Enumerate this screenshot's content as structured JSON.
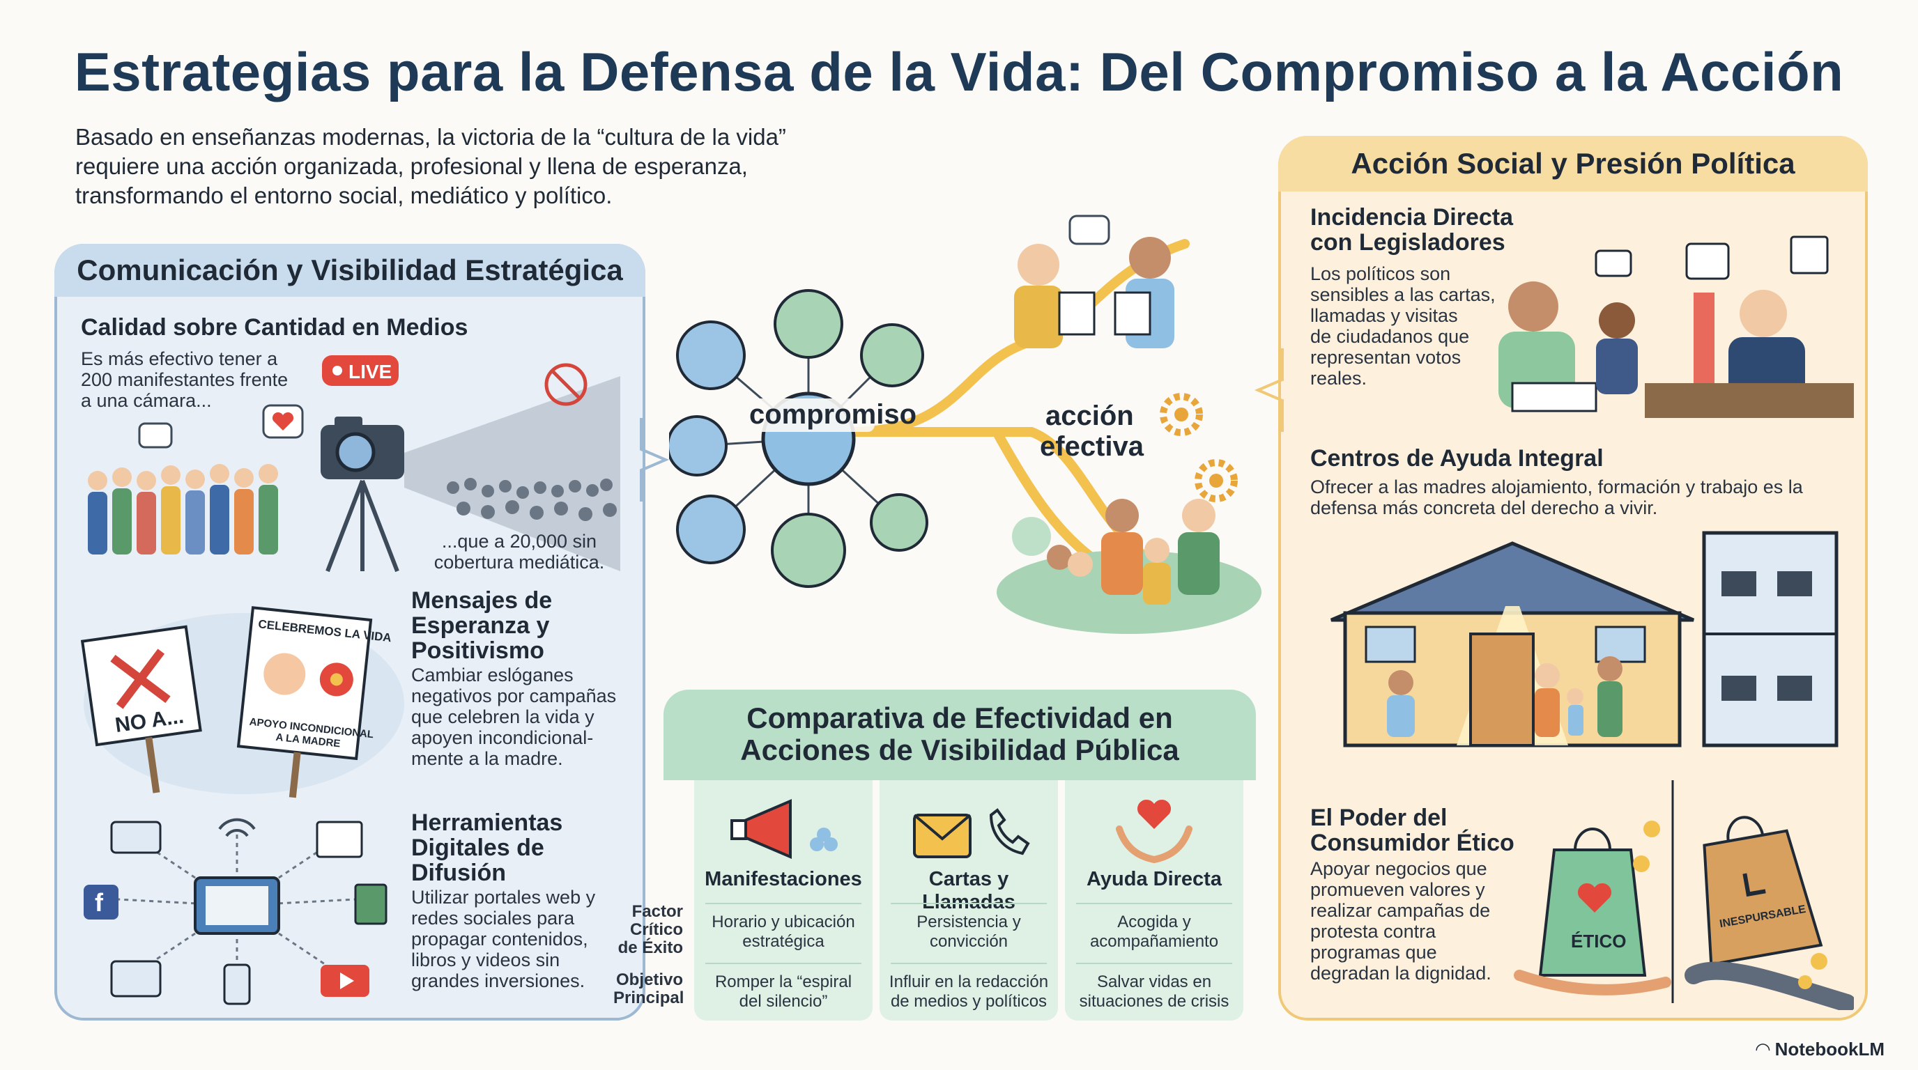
{
  "title": "Estrategias para la Defensa de la Vida: Del Compromiso a la Acción",
  "intro": [
    "Basado en enseñanzas modernas, la victoria de la “cultura de la vida”",
    "requiere una acción organizada, profesional y llena de esperanza,",
    "transformando el entorno social, mediático y político."
  ],
  "left_panel": {
    "header": "Comunicación y Visibilidad Estratégica",
    "media": {
      "title": "Calidad sobre Cantidad en Medios",
      "lines": [
        "Es más efectivo tener a",
        "200 manifestantes frente",
        "a una cámara..."
      ],
      "live_badge": "LIVE",
      "caption_lines": [
        "...que a 20,000 sin",
        "cobertura mediática."
      ]
    },
    "hope": {
      "title_lines": [
        "Mensajes de",
        "Esperanza y",
        "Positivismo"
      ],
      "lines": [
        "Cambiar eslóganes",
        "negativos por campañas",
        "que celebren la vida y",
        "apoyen incondicional-",
        "mente a la madre."
      ],
      "sign_no": "NO A...",
      "sign_yes_top": "CELEBREMOS LA VIDA",
      "sign_yes_bottom_1": "APOYO INCONDICIONAL",
      "sign_yes_bottom_2": "A LA MADRE"
    },
    "digital": {
      "title_lines": [
        "Herramientas",
        "Digitales de",
        "Difusión"
      ],
      "lines": [
        "Utilizar portales web y",
        "redes sociales para",
        "propagar contenidos,",
        "libros y videos sin",
        "grandes inversiones."
      ]
    }
  },
  "center": {
    "commitment": "compromiso",
    "action_1": "acción",
    "action_2": "efectiva"
  },
  "comparison": {
    "title_1": "Comparativa de Efectividad en",
    "title_2": "Acciones de Visibilidad Pública",
    "row_label_1": [
      "Factor",
      "Crítico",
      "de Éxito"
    ],
    "row_label_2": [
      "Objetivo",
      "Principal"
    ],
    "columns": [
      {
        "head": "Manifestaciones",
        "factor": [
          "Horario y ubicación",
          "estratégica"
        ],
        "goal": [
          "Romper la “espiral",
          "del silencio”"
        ]
      },
      {
        "head": "Cartas y Llamadas",
        "factor": [
          "Persistencia y",
          "convicción"
        ],
        "goal": [
          "Influir en la redacción",
          "de medios y políticos"
        ]
      },
      {
        "head": "Ayuda Directa",
        "factor": [
          "Acogida y",
          "acompañamiento"
        ],
        "goal": [
          "Salvar vidas en",
          "situaciones de crisis"
        ]
      }
    ]
  },
  "right_panel": {
    "header": "Acción Social y Presión Política",
    "legislators": {
      "title_lines": [
        "Incidencia Directa",
        "con Legisladores"
      ],
      "lines": [
        "Los políticos son",
        "sensibles a las cartas,",
        "llamadas y visitas",
        "de ciudadanos que",
        "representan votos",
        "reales."
      ]
    },
    "centers": {
      "title": "Centros de Ayuda Integral",
      "lines": [
        "Ofrecer a las madres alojamiento, formación y trabajo es la",
        "defensa más concreta del derecho a vivir."
      ]
    },
    "consumer": {
      "title_lines": [
        "El Poder del",
        "Consumidor Ético"
      ],
      "lines": [
        "Apoyar negocios que",
        "promueven valores y",
        "realizar campañas de",
        "protesta contra",
        "programas que",
        "degradan la dignidad."
      ],
      "bag_ethic": "ÉTICO",
      "bag_bad": "INESPURSABLE"
    }
  },
  "logo": "NotebookLM",
  "colors": {
    "blue_panel": "#e8eff6",
    "green_panel": "#dff0e5",
    "orange_panel": "#fdf1dd",
    "title": "#1f3a56"
  }
}
